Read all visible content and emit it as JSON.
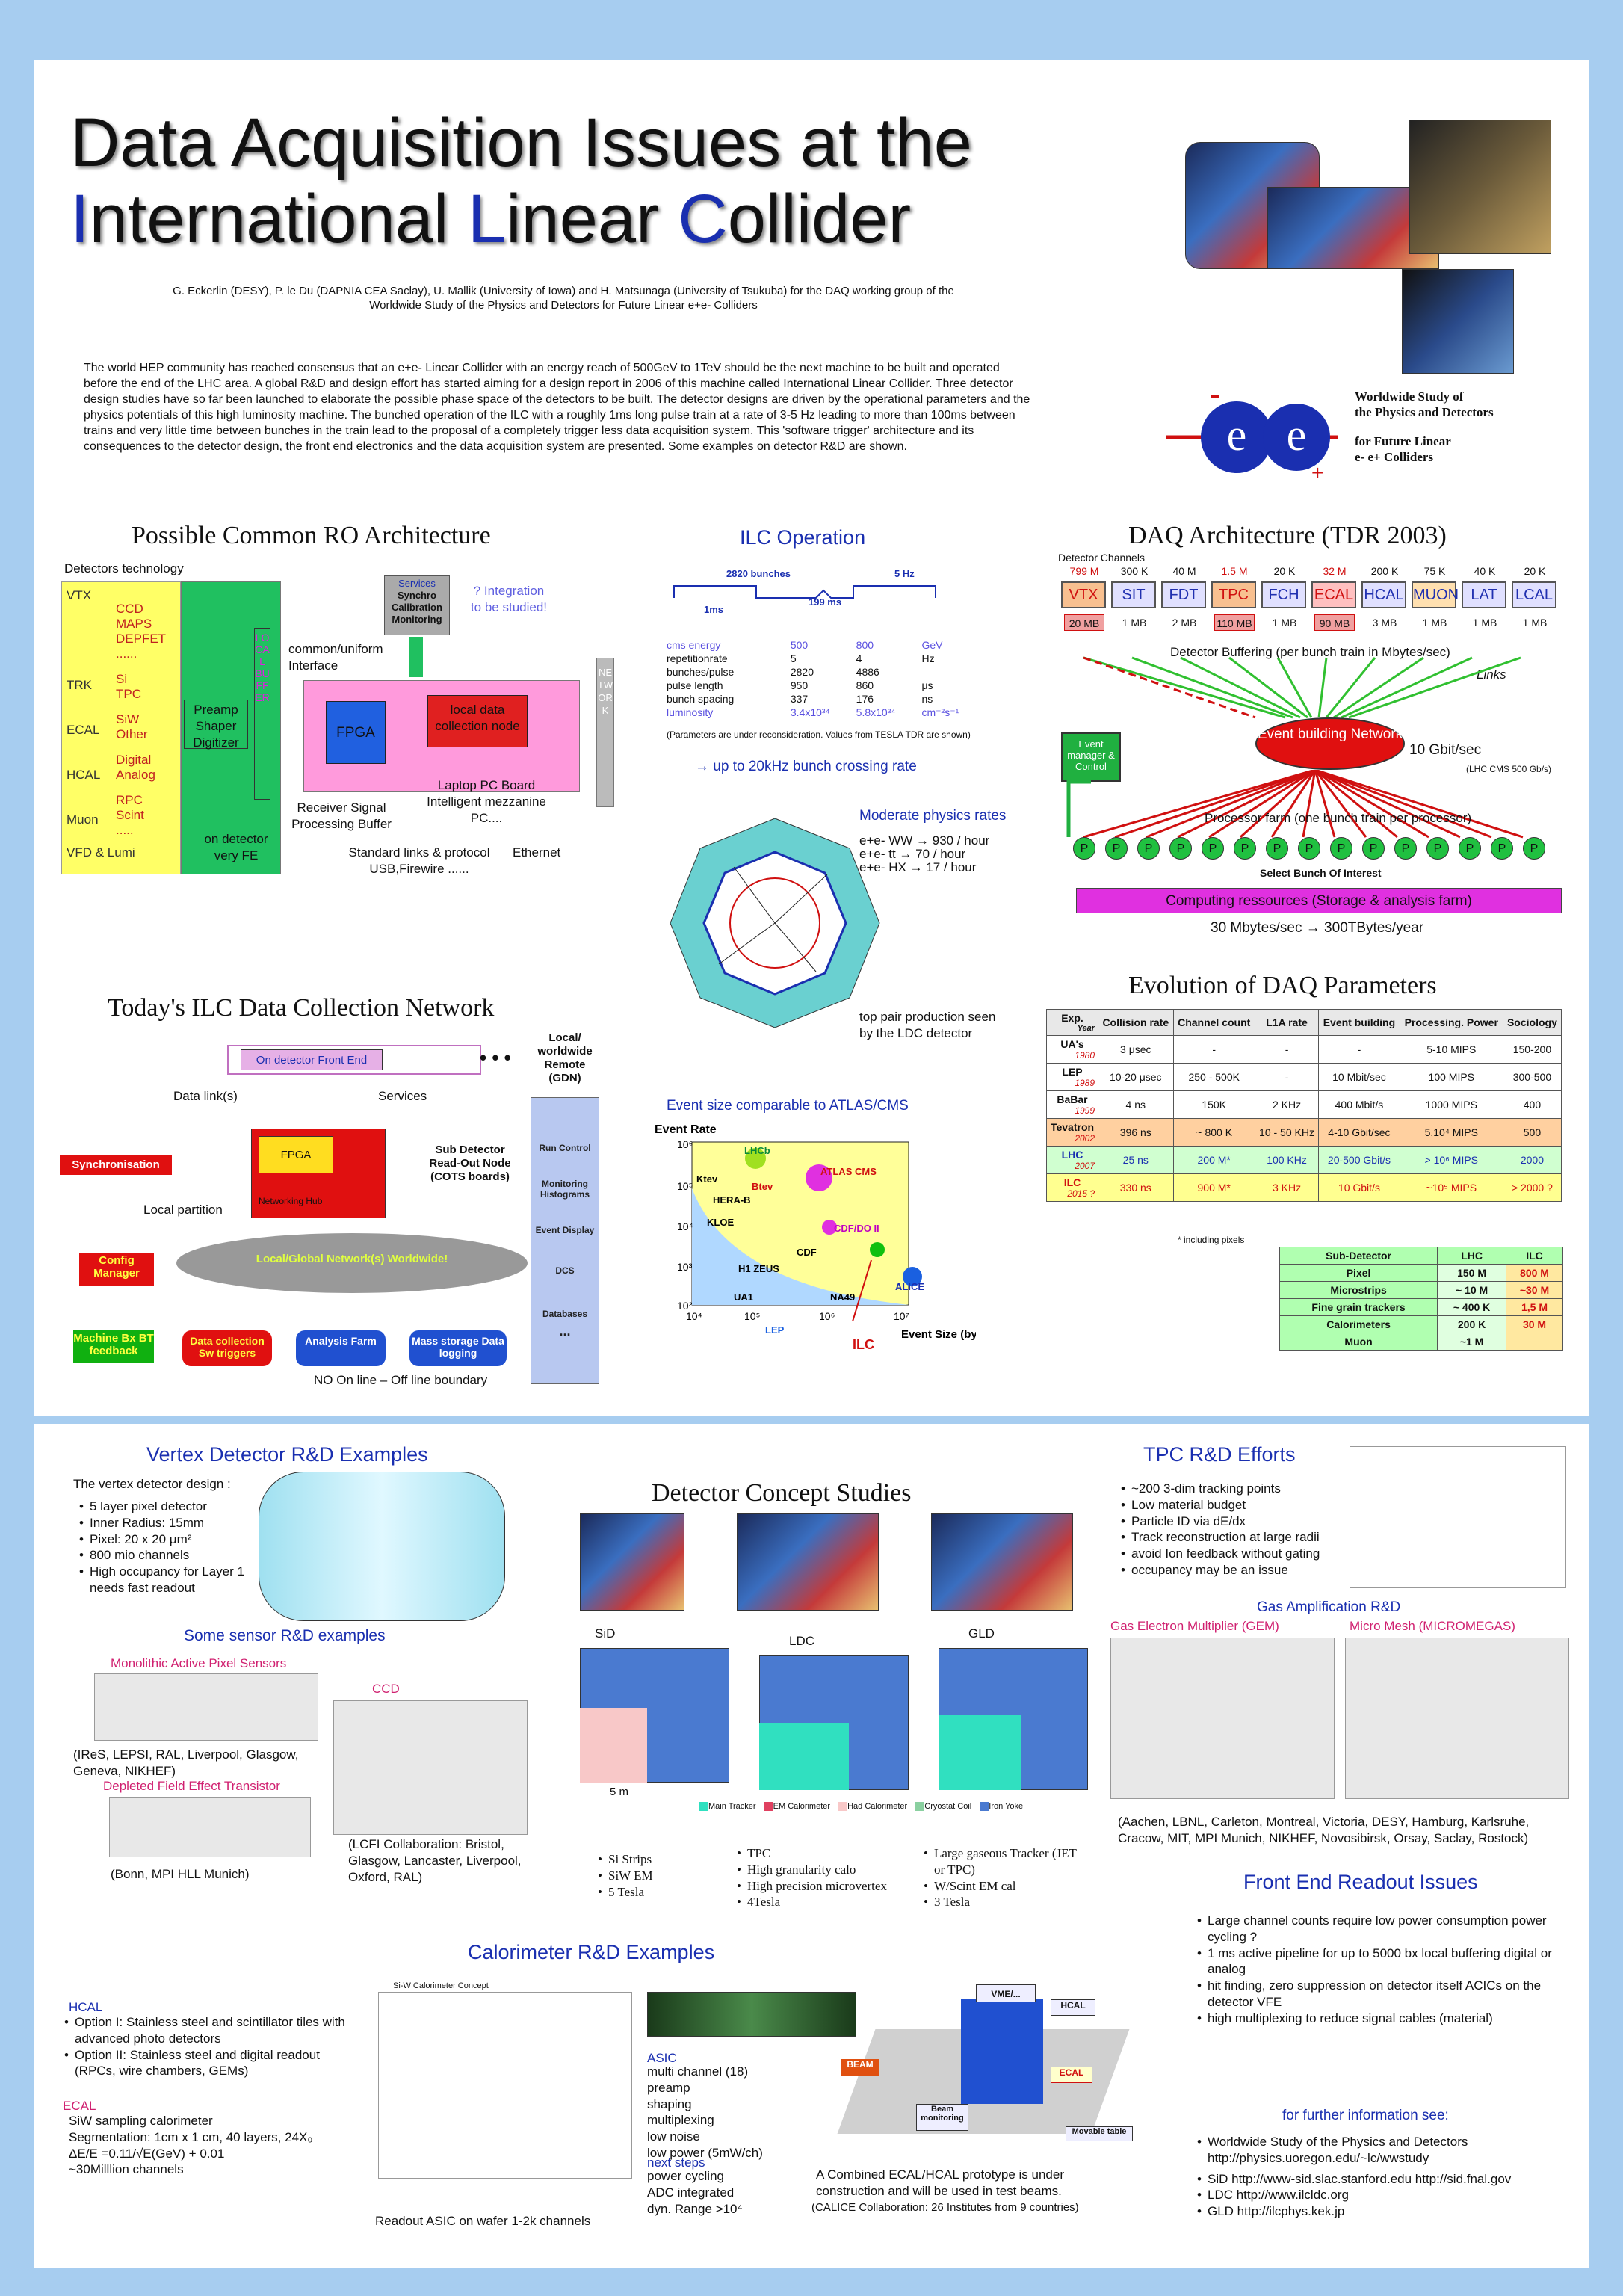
{
  "title": {
    "line1": "Data Acquisition Issues at the",
    "l2a": "I",
    "l2b": "nternational ",
    "l2c": "L",
    "l2d": "inear ",
    "l2e": "C",
    "l2f": "ollider"
  },
  "authors": "G. Eckerlin (DESY), P. le Du (DAPNIA CEA Saclay), U. Mallik (University of Iowa) and H. Matsunaga (University of Tsukuba) for the DAQ working group of the",
  "authors2": "Worldwide Study of the Physics and Detectors for Future Linear e+e- Colliders",
  "abstract": "The world HEP community has reached consensus that an e+e- Linear Collider with an energy reach of 500GeV to 1TeV should be the next machine to be built and operated before the end of the LHC area. A global R&D and design effort has started aiming for a design report in 2006 of this machine called International Linear Collider. Three detector design studies have so far been launched to elaborate the possible phase space of the detectors to be built. The detector designs are driven by the operational parameters and the physics potentials of this high luminosity machine. The bunched operation of the ILC with a roughly 1ms long pulse train at a rate of 3-5 Hz leading to more than 100ms between trains and very little time between bunches in the train lead to the proposal of a completely trigger less data acquisition system. This 'software trigger' architecture and its consequences to the detector design, the front end electronics and the data acquisition system are presented. Some examples on detector R&D are shown.",
  "logo": {
    "l1": "Worldwide Study of",
    "l2": "the Physics and Detectors",
    "l3": "for Future Linear",
    "l4": "e- e+ Colliders"
  },
  "ro": {
    "title": "Possible Common RO Architecture",
    "det_tech": "Detectors technology",
    "dets": [
      "VTX",
      "TRK",
      "ECAL",
      "HCAL",
      "Muon",
      "VFD & Lumi"
    ],
    "techs": [
      "CCD",
      "MAPS",
      "DEPFET",
      "......",
      "Si",
      "TPC",
      "SiW",
      "Other",
      "Digital",
      "Analog",
      "RPC",
      "Scint",
      "....."
    ],
    "preamp": "Preamp Shaper Digitizer",
    "onfe": "on detector very FE",
    "buffer": "LOCAL BUFFER",
    "common": "common/uniform Interface",
    "services": "Services",
    "synchro": "Synchro Calibration Monitoring",
    "integ": "? Integration to be studied!",
    "fpga": "FPGA",
    "local": "local data collection node",
    "network": "NETWORK",
    "receiver": "Receiver Signal Processing Buffer",
    "laptop": "Laptop PC Board Intelligent mezzanine PC....",
    "std": "Standard links & protocol USB,Firewire ......",
    "eth": "Ethernet"
  },
  "ilc": {
    "title": "ILC Operation",
    "bunches": "2820 bunches",
    "hz": "5 Hz",
    "ms1": "1ms",
    "ms199": "199 ms",
    "params": [
      [
        "cms energy",
        "500",
        "800",
        "GeV"
      ],
      [
        "repetitionrate",
        "5",
        "4",
        "Hz"
      ],
      [
        "bunches/pulse",
        "2820",
        "4886",
        ""
      ],
      [
        "pulse length",
        "950",
        "860",
        "μs"
      ],
      [
        "bunch spacing",
        "337",
        "176",
        "ns"
      ],
      [
        "luminosity",
        "3.4x10³⁴",
        "5.8x10³⁴",
        "cm⁻²s⁻¹"
      ]
    ],
    "note": "(Parameters are under reconsideration. Values from TESLA TDR are shown)",
    "arrow": "→ up to 20kHz bunch crossing rate",
    "mod": "Moderate physics rates",
    "rates": [
      "e+e- WW → 930 / hour",
      "e+e- tt → 70 / hour",
      "e+e- HX → 17 / hour"
    ],
    "top": "top pair production seen by the LDC detector",
    "evsize": "Event size comparable to ATLAS/CMS"
  },
  "daq": {
    "title": "DAQ Architecture (TDR 2003)",
    "detch": "Detector Channels",
    "chans": [
      "799 M",
      "300 K",
      "40 M",
      "1.5 M",
      "20 K",
      "32 M",
      "200 K",
      "75 K",
      "40 K",
      "20 K"
    ],
    "names": [
      "VTX",
      "SIT",
      "FDT",
      "TPC",
      "FCH",
      "ECAL",
      "HCAL",
      "MUON",
      "LAT",
      "LCAL"
    ],
    "mbs": [
      "20 MB",
      "1 MB",
      "2 MB",
      "110 MB",
      "1 MB",
      "90 MB",
      "3 MB",
      "1 MB",
      "1 MB",
      "1 MB"
    ],
    "buffering": "Detector Buffering (per bunch train in Mbytes/sec)",
    "links": "Links",
    "evman": "Event manager & Control",
    "evb": "Event building Network",
    "gbit": "10 Gbit/sec",
    "lhc": "(LHC CMS 500 Gb/s)",
    "farm": "Processor farm (one bunch train per processor)",
    "select": "Select Bunch Of Interest",
    "p": "P",
    "comp": "Computing ressources (Storage & analysis farm)",
    "rate": "30 Mbytes/sec → 300TBytes/year"
  },
  "evo": {
    "title": "Evolution of DAQ Parameters",
    "head": [
      "Exp.",
      "Year",
      "Collision rate",
      "Channel count",
      "L1A rate",
      "Event building",
      "Processing. Power",
      "Sociology"
    ],
    "rows": [
      [
        "UA's",
        "1980",
        "3 μsec",
        "-",
        "-",
        "-",
        "5-10 MIPS",
        "150-200"
      ],
      [
        "LEP",
        "1989",
        "10-20 μsec",
        "250 - 500K",
        "-",
        "10 Mbit/sec",
        "100 MIPS",
        "300-500"
      ],
      [
        "BaBar",
        "1999",
        "4 ns",
        "150K",
        "2 KHz",
        "400 Mbit/s",
        "1000 MIPS",
        "400"
      ],
      [
        "Tevatron",
        "2002",
        "396 ns",
        "~ 800 K",
        "10 - 50 KHz",
        "4-10 Gbit/sec",
        "5.10⁴ MIPS",
        "500"
      ],
      [
        "LHC",
        "2007",
        "25 ns",
        "200 M*",
        "100 KHz",
        "20-500 Gbit/s",
        "> 10⁶ MIPS",
        "2000"
      ],
      [
        "ILC",
        "2015 ?",
        "330 ns",
        "900 M*",
        "3 KHz",
        "10 Gbit/s",
        "~10⁵ MIPS",
        "> 2000 ?"
      ]
    ],
    "incl": "* including pixels",
    "sub": [
      [
        "Sub-Detector",
        "LHC",
        "ILC"
      ],
      [
        "Pixel",
        "150 M",
        "800 M"
      ],
      [
        "Microstrips",
        "~ 10 M",
        "~30 M"
      ],
      [
        "Fine grain trackers",
        "~ 400 K",
        "1,5 M"
      ],
      [
        "Calorimeters",
        "200 K",
        "30 M"
      ],
      [
        "Muon",
        "~1 M",
        ""
      ]
    ]
  },
  "net": {
    "title": "Today's ILC Data Collection Network",
    "onfe": "On detector Front End",
    "dots": "• • •",
    "remote": "Local/ worldwide Remote (GDN)",
    "links": "Data link(s)",
    "services": "Services",
    "sync": "Synchronisation",
    "partition": "Local partition",
    "fpga": "FPGA",
    "hub": "Networking Hub",
    "sub": "Sub Detector Read-Out Node (COTS boards)",
    "cloud": "Local/Global Network(s) Worldwide!",
    "config": "Config Manager",
    "mbx": "Machine Bx BT feedback",
    "dcsw": "Data collection Sw triggers",
    "ana": "Analysis Farm",
    "mass": "Mass storage Data logging",
    "online": "NO On line – Off line boundary",
    "rc": "Run Control",
    "mh": "Monitoring Histograms",
    "ed": "Event Display",
    "dcs": "DCS",
    "db": "Databases",
    "more": "..."
  },
  "evplot": {
    "ylabel": "Event Rate",
    "xlabel": "Event Size (bytes)",
    "pts": [
      "LHCb",
      "Btev",
      "ATLAS CMS",
      "Ktev",
      "HERA-B",
      "KLOE",
      "CDF/DO II",
      "CDF",
      "H1 ZEUS",
      "UA1",
      "NA49",
      "ALICE",
      "LEP",
      "ILC"
    ]
  },
  "vtx": {
    "title": "Vertex Detector R&D Examples",
    "intro": "The vertex detector design :",
    "items": [
      "5 layer pixel detector",
      "Inner Radius: 15mm",
      "Pixel: 20 x 20 μm²",
      "800 mio channels",
      "High occupancy for Layer 1 needs fast readout"
    ],
    "sensor": "Some sensor R&D examples",
    "maps": "Monolithic Active Pixel Sensors",
    "ccd": "CCD",
    "ireS": "(IReS, LEPSI, RAL, Liverpool, Glasgow, Geneva, NIKHEF)",
    "depfet": "Depleted Field Effect Transistor",
    "bonn": "(Bonn, MPI HLL Munich)",
    "lcfi": "(LCFI Collaboration: Bristol, Glasgow, Lancaster, Liverpool, Oxford, RAL)"
  },
  "concept": {
    "title": "Detector Concept Studies",
    "names": [
      "SiD",
      "LDC",
      "GLD"
    ],
    "sid": [
      "Si Strips",
      "SiW EM",
      "5 Tesla"
    ],
    "ldc": [
      "TPC",
      "High granularity calo",
      "High precision microvertex",
      "4Tesla"
    ],
    "gld": [
      "Large gaseous Tracker (JET or TPC)",
      "W/Scint EM cal",
      "3 Tesla"
    ],
    "legend": [
      "Main Tracker",
      "EM Calorimeter",
      "Had Calorimeter",
      "Cryostat Coil",
      "Iron Yoke"
    ],
    "scale": "5 m"
  },
  "tpc": {
    "title": "TPC R&D Efforts",
    "items": [
      "~200 3-dim tracking points",
      "Low material budget",
      "Particle ID via dE/dx",
      "Track reconstruction at large radii",
      "avoid Ion feedback without gating",
      "occupancy may be an issue"
    ],
    "gas": "Gas Amplification R&D",
    "gem": "Gas Electron Multiplier (GEM)",
    "micro": "Micro Mesh (MICROMEGAS)",
    "aachen": "(Aachen, LBNL, Carleton, Montreal, Victoria, DESY, Hamburg, Karlsruhe, Cracow, MIT, MPI Munich, NIKHEF, Novosibirsk, Orsay, Saclay, Rostock)"
  },
  "fe": {
    "title": "Front End Readout Issues",
    "items": [
      "Large channel counts require low power consumption power cycling ?",
      "1 ms active pipeline for up to 5000 bx local buffering digital or analog",
      "hit finding, zero suppression on detector itself ACICs on the detector VFE",
      "high multiplexing to reduce signal cables (material)"
    ],
    "further": "for further information see:",
    "links": [
      "Worldwide Study of the Physics and Detectors http://physics.uoregon.edu/~lc/wwstudy",
      "SiD http://www-sid.slac.stanford.edu http://sid.fnal.gov",
      "LDC http://www.ilcldc.org",
      "GLD http://ilcphys.kek.jp"
    ]
  },
  "calo": {
    "title": "Calorimeter R&D Examples",
    "hcal": "HCAL",
    "hopts": [
      "Option I: Stainless steel and scintillator tiles with advanced photo detectors",
      "Option II: Stainless steel and digital readout (RPCs, wire chambers, GEMs)"
    ],
    "ecal": "ECAL",
    "ecalt": [
      "SiW sampling calorimeter",
      "Segmentation: 1cm x 1 cm, 40 layers, 24X₀",
      "ΔE/E =0.11/√E(GeV) + 0.01",
      "~30Milllion channels"
    ],
    "siw": "Si-W Calorimeter Concept",
    "asicw": "Readout ASIC on wafer 1-2k channels",
    "asic": "ASIC",
    "asict": [
      "multi channel (18)",
      "preamp",
      "shaping",
      "multiplexing",
      "low noise",
      "low power (5mW/ch)"
    ],
    "next": "next steps",
    "nextt": [
      "power cycling",
      "ADC integrated",
      "dyn. Range >10⁴"
    ],
    "combined": "A Combined ECAL/HCAL prototype is under construction and will be used in test beams.",
    "calice": "(CALICE Collaboration: 26 Institutes from 9 countries)",
    "vme": "VME/...",
    "beam": "Beam monitoring",
    "mov": "Movable table",
    "hcall": "HCAL",
    "ecall": "ECAL",
    "beaml": "BEAM"
  },
  "colors": {
    "frame": "#a7cdf0",
    "blue": "#1a2fb0",
    "green": "#0a8a3a",
    "magenta": "#e020e0",
    "red": "#d01010"
  }
}
